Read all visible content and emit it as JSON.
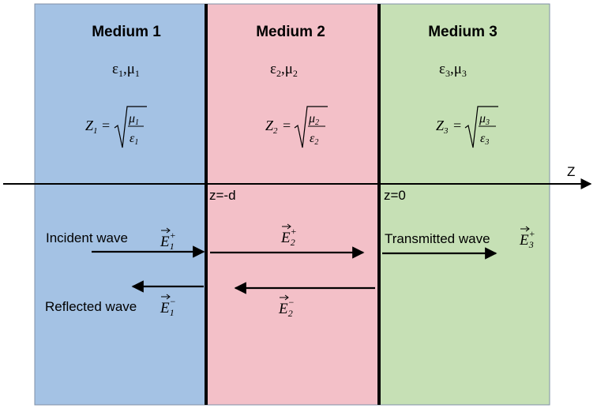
{
  "media": [
    {
      "title": "Medium 1",
      "params": {
        "eps": "ε",
        "mu": "μ",
        "sub": "1"
      },
      "color": "#a4c2e4"
    },
    {
      "title": "Medium 2",
      "params": {
        "eps": "ε",
        "mu": "μ",
        "sub": "2"
      },
      "color": "#f3c0c8"
    },
    {
      "title": "Medium 3",
      "params": {
        "eps": "ε",
        "mu": "μ",
        "sub": "3"
      },
      "color": "#c6e0b5"
    }
  ],
  "impedance": {
    "symbol": "Z",
    "equals": "=",
    "mu": "μ",
    "eps": "ε"
  },
  "axis": {
    "label": "Z"
  },
  "boundaries": {
    "left": "z=-d",
    "right": "z=0"
  },
  "waves": {
    "incident_label": "Incident wave",
    "reflected_label": "Reflected wave",
    "transmitted_label": "Transmitted wave",
    "field_symbol": "E",
    "plus": "+",
    "minus": "−",
    "subs": {
      "e1": "1",
      "e2": "2",
      "e3": "3"
    }
  },
  "colors": {
    "line": "#000000",
    "border": "#7f8fa6"
  }
}
